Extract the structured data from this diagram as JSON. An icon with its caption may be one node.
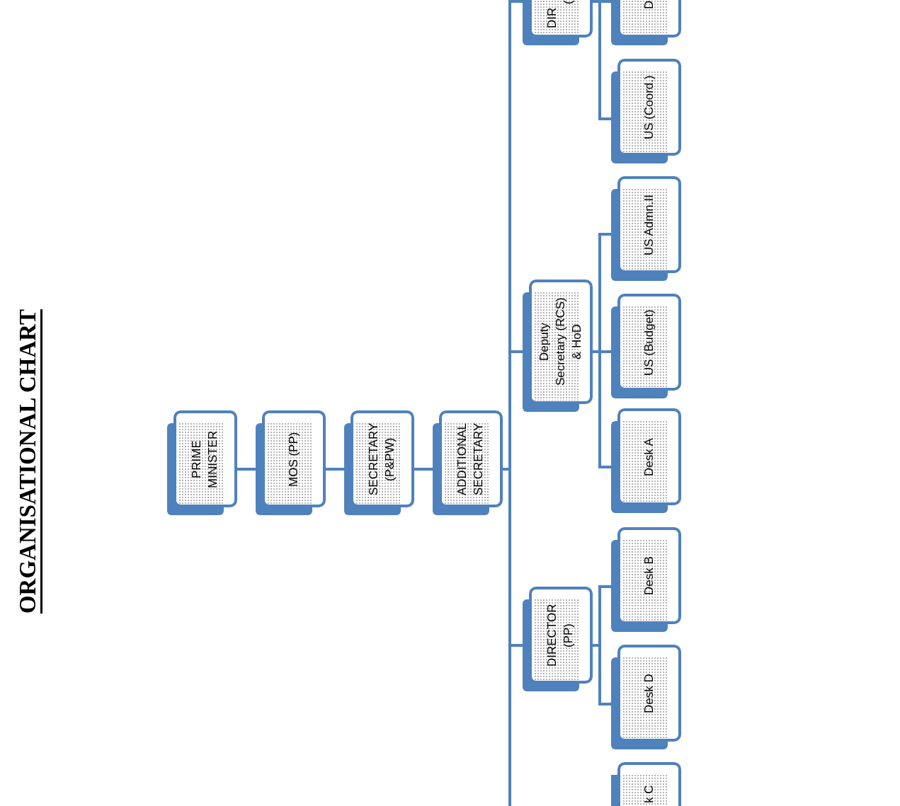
{
  "diagram": {
    "title": "ORGANISATIONAL CHART",
    "nodes": [
      {
        "text": [
          "PRIME MINISTER"
        ]
      },
      {
        "text": [
          "MOS (PP)"
        ]
      },
      {
        "text": [
          "SECRETARY (P&PW)"
        ]
      },
      {
        "text": [
          "ADDITIONAL SECRETARY"
        ]
      },
      {
        "text": [
          "DIR",
          "("
        ]
      },
      {
        "text": [
          "D"
        ]
      },
      {
        "text": [
          "US (Coord.)"
        ]
      },
      {
        "text": [
          "Deputy Secretary (RCS) & HoD"
        ]
      },
      {
        "text": [
          "US Admn.II"
        ]
      },
      {
        "text": [
          "US (Budget)"
        ]
      },
      {
        "text": [
          "Desk A"
        ]
      },
      {
        "text": [
          "DIRECTOR (PP)"
        ]
      },
      {
        "text": [
          "Desk B"
        ]
      },
      {
        "text": [
          "Desk D"
        ]
      },
      {
        "text": [
          "k C"
        ]
      }
    ],
    "edges": [
      {
        "from": 0,
        "to": 1,
        "arrow": "none"
      },
      {
        "from": 1,
        "to": 2,
        "arrow": "none"
      },
      {
        "from": 2,
        "to": 3,
        "arrow": "none"
      },
      {
        "from": 3,
        "to": 4,
        "arrow": "none"
      },
      {
        "from": 3,
        "to": 7,
        "arrow": "none"
      },
      {
        "from": 3,
        "to": 11,
        "arrow": "none"
      },
      {
        "from": 3,
        "to": null,
        "arrow": "none"
      },
      {
        "from": 4,
        "to": 5,
        "arrow": "none"
      },
      {
        "from": 4,
        "to": 6,
        "arrow": "none"
      },
      {
        "from": 7,
        "to": 8,
        "arrow": "none"
      },
      {
        "from": 7,
        "to": 9,
        "arrow": "none"
      },
      {
        "from": 7,
        "to": 10,
        "arrow": "none"
      },
      {
        "from": 11,
        "to": 12,
        "arrow": "none"
      },
      {
        "from": 11,
        "to": 13,
        "arrow": "none"
      }
    ]
  }
}
